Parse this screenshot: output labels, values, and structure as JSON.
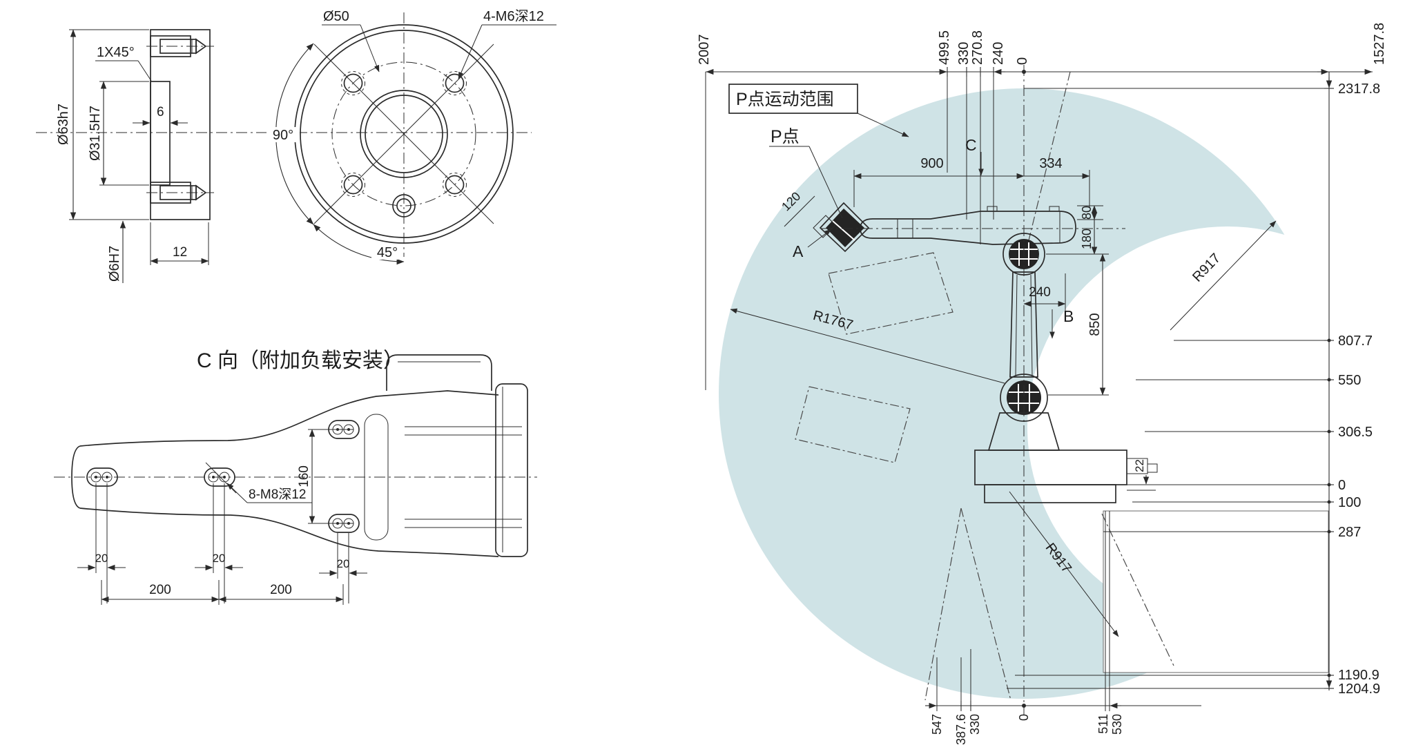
{
  "colors": {
    "flange_fill": "#6e82a4",
    "envelope_fill": "#cfe3e6",
    "line": "#2b2b2b",
    "background": "#ffffff"
  },
  "section_view": {
    "dia_outer": "Ø63h7",
    "chamfer": "1X45°",
    "dia_bore": "Ø31.5H7",
    "depth": "6",
    "dia_pin": "Ø6H7",
    "thickness": "12"
  },
  "face_view": {
    "dia_bolt_circle": "Ø50",
    "tapped_holes": "4-M6深12",
    "angle_90": "90°",
    "angle_45": "45°"
  },
  "c_view": {
    "title": "C 向（附加负载安装）",
    "tapped_holes": "8-M8深12",
    "height": "160",
    "slot_20_a": "20",
    "slot_20_b": "20",
    "slot_20_c": "20",
    "pitch_200_a": "200",
    "pitch_200_b": "200"
  },
  "env": {
    "callout_range": "P点运动范围",
    "callout_p": "P点",
    "top_dims": [
      "2007",
      "499.5",
      "330",
      "270.8",
      "240",
      "0",
      "1527.8"
    ],
    "right_dims": [
      "2317.8",
      "807.7",
      "550",
      "306.5",
      "0",
      "100",
      "287",
      "1190.9",
      "1204.9"
    ],
    "bottom_dims": [
      "547",
      "387.6",
      "330",
      "0",
      "511",
      "530"
    ],
    "dim_900": "900",
    "dim_334": "334",
    "dim_120": "120",
    "dim_80": "80",
    "dim_180": "180",
    "dim_240": "240",
    "dim_850": "850",
    "dim_22": "22",
    "r_outer": "R1767",
    "r_inner_upper": "R917",
    "r_inner_lower": "R917",
    "dir_a": "A",
    "dir_b": "B",
    "dir_c": "C"
  }
}
